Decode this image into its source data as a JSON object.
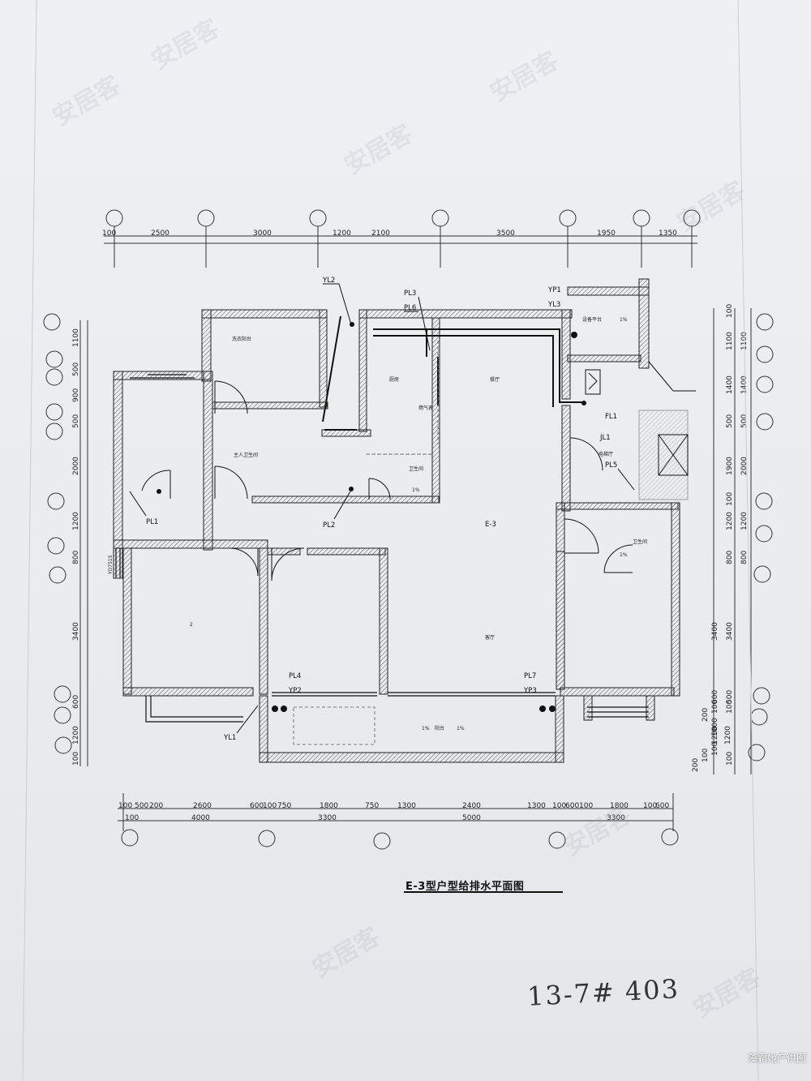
{
  "drawing": {
    "title": "E-3型户型给排水平面图",
    "handwritten_note": "13-7# 403",
    "source_credit": "藻霜她产供图",
    "watermark_text": "安居客",
    "unit_label": "E-3",
    "ink_color": "#1a1a1a",
    "wall_hatch_color": "#555555"
  },
  "dimensions": {
    "top": [
      "100",
      "2500",
      "3000",
      "1200",
      "2100",
      "3500",
      "1950",
      "1350"
    ],
    "left": [
      "1100",
      "500",
      "900",
      "500",
      "2000",
      "1200",
      "800",
      "3400",
      "600",
      "1200",
      "100"
    ],
    "right_inner": [
      "100",
      "1100",
      "1400",
      "500",
      "1900",
      "100",
      "1200",
      "800",
      "3400",
      "600",
      "100",
      "200",
      "1000",
      "1200",
      "100",
      "100",
      "200"
    ],
    "right_outer": [
      "1100",
      "1400",
      "500",
      "2000",
      "1200",
      "800",
      "3400",
      "500",
      "100",
      "1200",
      "100"
    ],
    "bottom_inner": [
      "100",
      "500",
      "200",
      "2600",
      "600",
      "100",
      "750",
      "1800",
      "750",
      "1300",
      "2400",
      "1300",
      "100",
      "600",
      "100",
      "1800",
      "100",
      "600"
    ],
    "bottom_outer": [
      "100",
      "4000",
      "3300",
      "5000",
      "3300"
    ]
  },
  "rooms": {
    "laundry_balcony": "洗衣阳台",
    "kitchen": "厨房",
    "dining": "餐厅",
    "master_bath": "主人卫生间",
    "equip_platform": "设备平台",
    "slope_1pct": "1%",
    "bathroom": "卫生间",
    "living": "客厅",
    "balcony": "阳台",
    "ewell": "电梯厅",
    "bedroom_mark": "2",
    "gas_mark": "燃气表"
  },
  "pipe_tags": {
    "yl2_top": "YL2",
    "pl3": "PL3",
    "pl6": "PL6",
    "yp1": "YP1",
    "yl3": "YL3",
    "fl1": "FL1",
    "jl1": "JL1",
    "pl5": "PL5",
    "pl1": "PL1",
    "pl2": "PL2",
    "pl4": "PL4",
    "yp2": "YP2",
    "pl7": "PL7",
    "yp3": "YP3",
    "yl1": "YL1",
    "window_tag": "YD7515"
  }
}
